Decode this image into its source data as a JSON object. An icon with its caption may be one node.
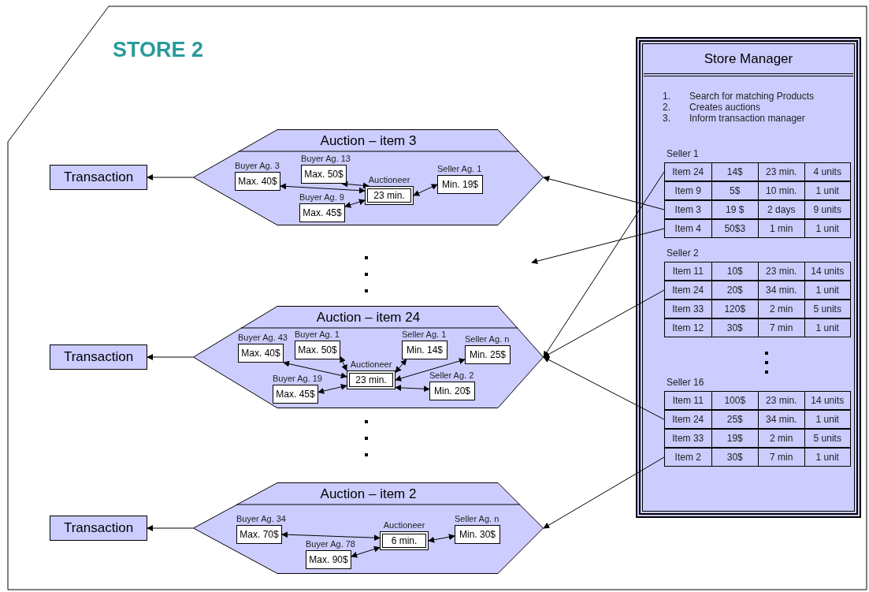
{
  "diagram": {
    "title": "STORE 2",
    "nodes": [
      {
        "text": [
          "Transaction"
        ]
      },
      {
        "text": [
          "Auction – item 3"
        ]
      },
      {
        "text": [
          "Buyer Ag.  3",
          "Max. 40$"
        ],
        "in": 1
      },
      {
        "text": [
          "Buyer Ag. 13",
          "Max. 50$"
        ],
        "in": 1
      },
      {
        "text": [
          "Auctioneer",
          "23 min."
        ],
        "in": 1
      },
      {
        "text": [
          "Seller Ag.  1",
          "Min. 19$"
        ],
        "in": 1
      },
      {
        "text": [
          "Buyer Ag. 9",
          "Max. 45$"
        ],
        "in": 1
      },
      {
        "text": [
          "Transaction"
        ]
      },
      {
        "text": [
          "Auction – item 24"
        ]
      },
      {
        "text": [
          "Buyer Ag. 43",
          "Max. 40$"
        ],
        "in": 8
      },
      {
        "text": [
          "Buyer Ag. 1",
          "Max. 50$"
        ],
        "in": 8
      },
      {
        "text": [
          "Seller Ag.  1",
          "Min. 14$"
        ],
        "in": 8
      },
      {
        "text": [
          "Seller Ag.  n",
          "Min. 25$"
        ],
        "in": 8
      },
      {
        "text": [
          "Buyer Ag. 19",
          "Max. 45$"
        ],
        "in": 8
      },
      {
        "text": [
          "Auctioneer",
          "23 min."
        ],
        "in": 8
      },
      {
        "text": [
          "Seller Ag.  2",
          "Min. 20$"
        ],
        "in": 8
      },
      {
        "text": [
          "Transaction"
        ]
      },
      {
        "text": [
          "Auction – item 2"
        ]
      },
      {
        "text": [
          "Buyer Ag. 34",
          "Max. 70$"
        ],
        "in": 17
      },
      {
        "text": [
          "Auctioneer",
          "6 min."
        ],
        "in": 17
      },
      {
        "text": [
          "Seller Ag.  n",
          "Min. 30$"
        ],
        "in": 17
      },
      {
        "text": [
          "Buyer Ag. 78",
          "Max. 90$"
        ],
        "in": 17
      },
      {
        "text": [
          "Store Manager",
          "1.",
          "Search for matching Products",
          "2.",
          "Creates auctions",
          "3.",
          "Inform transaction manager"
        ]
      },
      {
        "text": [
          "Seller 1"
        ],
        "in": 22
      },
      {
        "text": [
          "Item 24",
          "14$",
          "23 min.",
          "4 units"
        ],
        "in": 23
      },
      {
        "text": [
          "Item 9",
          "5$",
          "10 min.",
          "1 unit"
        ],
        "in": 23
      },
      {
        "text": [
          "Item 3",
          "19 $",
          "2 days",
          "9 units"
        ],
        "in": 23
      },
      {
        "text": [
          "Item 4",
          "50$3",
          "1 min",
          "1 unit"
        ],
        "in": 23
      },
      {
        "text": [
          "Seller  2"
        ],
        "in": 22
      },
      {
        "text": [
          "Item 11",
          "10$",
          "23 min.",
          "14 units"
        ],
        "in": 28
      },
      {
        "text": [
          "Item 24",
          "20$",
          "34 min.",
          "1 unit"
        ],
        "in": 28
      },
      {
        "text": [
          "Item 33",
          "120$",
          "2 min",
          "5 units"
        ],
        "in": 28
      },
      {
        "text": [
          "Item 12",
          "30$",
          "7 min",
          "1 unit"
        ],
        "in": 28
      },
      {
        "text": [
          "Seller 16"
        ],
        "in": 22
      },
      {
        "text": [
          "Item 11",
          "100$",
          "23 min.",
          "14 units"
        ],
        "in": 33
      },
      {
        "text": [
          "Item 24",
          "25$",
          "34 min.",
          "1 unit"
        ],
        "in": 33
      },
      {
        "text": [
          "Item 33",
          "19$",
          "2 min",
          "5 units"
        ],
        "in": 33
      },
      {
        "text": [
          "Item 2",
          "30$",
          "7 min",
          "1 unit"
        ],
        "in": 33
      }
    ],
    "edges": [
      {
        "from": 1,
        "to": 0,
        "arrow": "to"
      },
      {
        "from": 4,
        "to": 2,
        "arrow": "both"
      },
      {
        "from": 4,
        "to": 3,
        "arrow": "both"
      },
      {
        "from": 4,
        "to": 6,
        "arrow": "both"
      },
      {
        "from": 4,
        "to": 5,
        "arrow": "both"
      },
      {
        "from": 8,
        "to": 7,
        "arrow": "to"
      },
      {
        "from": 14,
        "to": 9,
        "arrow": "both"
      },
      {
        "from": 14,
        "to": 10,
        "arrow": "both"
      },
      {
        "from": 14,
        "to": 13,
        "arrow": "both"
      },
      {
        "from": 14,
        "to": 11,
        "arrow": "both"
      },
      {
        "from": 14,
        "to": 12,
        "arrow": "both"
      },
      {
        "from": 14,
        "to": 15,
        "arrow": "both"
      },
      {
        "from": 17,
        "to": 16,
        "arrow": "to"
      },
      {
        "from": 19,
        "to": 18,
        "arrow": "both"
      },
      {
        "from": 19,
        "to": 21,
        "arrow": "both"
      },
      {
        "from": 19,
        "to": 20,
        "arrow": "both"
      },
      {
        "from": 24,
        "to": 8,
        "arrow": "to"
      },
      {
        "from": 26,
        "to": 1,
        "arrow": "to"
      },
      {
        "from": 27,
        "to": null,
        "arrow": "to"
      },
      {
        "from": 30,
        "to": 8,
        "arrow": "to"
      },
      {
        "from": 35,
        "to": 8,
        "arrow": "to"
      },
      {
        "from": 37,
        "to": 17,
        "arrow": "to"
      }
    ]
  }
}
